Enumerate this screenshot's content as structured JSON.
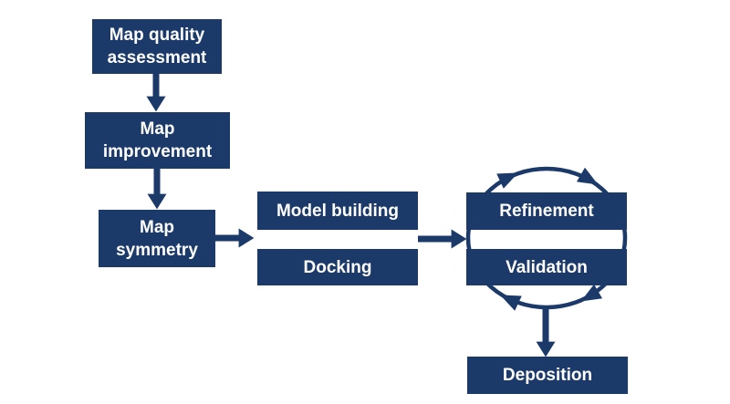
{
  "diagram": {
    "background": "#ffffff",
    "node_color": "#1b3a69",
    "text_color": "#ffffff",
    "nodes": [
      {
        "id": "map-quality-assessment",
        "label": "Map quality\nassessment"
      },
      {
        "id": "map-improvement",
        "label": "Map\nimprovement"
      },
      {
        "id": "map-symmetry",
        "label": "Map\nsymmetry"
      },
      {
        "id": "model-building",
        "label": "Model building"
      },
      {
        "id": "docking",
        "label": "Docking"
      },
      {
        "id": "refinement",
        "label": "Refinement"
      },
      {
        "id": "validation",
        "label": "Validation"
      },
      {
        "id": "deposition",
        "label": "Deposition"
      }
    ],
    "connections": [
      {
        "from": "map-quality-assessment",
        "to": "map-improvement"
      },
      {
        "from": "map-improvement",
        "to": "map-symmetry"
      },
      {
        "from": "map-symmetry",
        "to": "model-building-docking-group"
      },
      {
        "from": "model-building-docking-group",
        "to": "refinement-validation-group"
      },
      {
        "from": "refinement-validation-group",
        "to": "deposition"
      }
    ],
    "cycle": {
      "nodes": [
        "refinement",
        "validation"
      ],
      "direction": "clockwise",
      "arrowheads": 4
    }
  }
}
